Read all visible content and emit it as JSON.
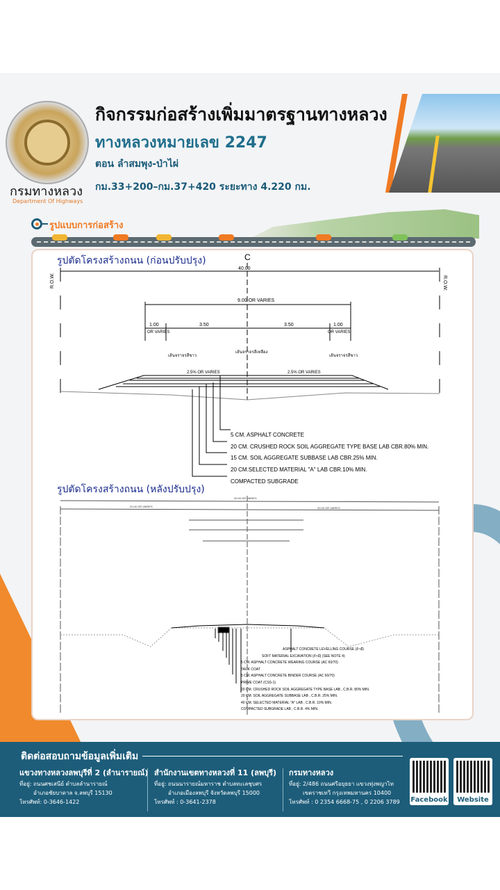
{
  "header": {
    "org_name_th": "กรมทางหลวง",
    "org_name_en": "Department Of Highways",
    "title": "กิจกรรมก่อสร้างเพิ่มมาตรฐานทางหลวง",
    "highway": "ทางหลวงหมายเลข 2247",
    "section": "ตอน ลำสมพุง-ป่าไผ่",
    "km_range": "กม.33+200–กม.37+420 ระยะทาง 4.220 กม."
  },
  "section_title": "รูปแบบการก่อสร้าง",
  "before": {
    "caption": "รูปตัดโครงสร้างถนน (ก่อนปรับปรุง)",
    "cl": "C",
    "row": "R.O.W.",
    "total": "40.00",
    "width": "9.00  OR VARIES",
    "shoulder": "1.00",
    "or_varies": "OR VARIES",
    "lane": "3.50",
    "slope": "2.5% OR VARIES",
    "white_line": "เส้นจราจรสีขาว",
    "yellow_line": "เส้นจราจรสีเหลือง",
    "layers": [
      "5 CM. ASPHALT CONCRETE",
      "20 CM. CRUSHED ROCK SOIL AGGREGATE TYPE BASE LAB CBR.80% MIN.",
      "15 CM. SOIL AGGREGATE SUBBASE LAB CBR.25% MIN.",
      "20 CM.SELECTED MATERIAL \"A\" LAB CBR.10% MIN.",
      "COMPACTED SUBGRADE"
    ]
  },
  "after": {
    "caption": "รูปตัดโครงสร้างถนน (หลังปรับปรุง)",
    "total": "40.00 OR VARIES",
    "half": "20.00 OR VARIES",
    "layers": [
      "ASPHALT CONCRETE LEVELLING COURSE (ถ้ามี)",
      "SOFT MATERIAL EXCAVATION (ถ้ามี) (SEE NOTE 4)",
      "5 CM. ASPHALT CONCRETE WEARING COURSE (AC 60/70)",
      "TACK COAT",
      "5 CM. ASPHALT CONCRETE BINDER COURSE (AC 60/70)",
      "PRIME COAT (CSS-1)",
      "20 CM. CRUSHED ROCK SOIL AGGREGATE TYPE BASE LAB , C.B.R. 80% MIN.",
      "20 CM. SOIL AGGREGATE SUBBASE LAB , C.B.R. 25% MIN.",
      "40 CM. SELECTED MATERIAL \"A\" LAB , C.B.R. 10% MIN.",
      "COMPACTED SUBGRADE LAB , C.B.R. 4% MIN."
    ]
  },
  "footer": {
    "title": "ติดต่อสอบถามข้อมูลเพิ่มเติม",
    "contacts": [
      {
        "name": "แขวงทางหลวงลพบุรีที่ 2 (ลำนารายณ์)",
        "addr1": "ที่อยู่: ถนนศชเสนีย์ ตำบลลำนารายณ์",
        "addr2": "อำเภอชัยบาดาล จ.ลพบุรี 15130",
        "phone": "โทรศัพท์: 0-3646-1422"
      },
      {
        "name": "สำนักงานเขตทางหลวงที่ 11 (ลพบุรี)",
        "addr1": "ที่อยู่: ถนนนารายณ์มหาราช ตำบลทะเลชุบศร",
        "addr2": "อำเภอเมืองลพบุรี จังหวัดลพบุรี 15000",
        "phone": "โทรศัพท์ : 0-3641-2378"
      },
      {
        "name": "กรมทางหลวง",
        "addr1": "ที่อยู่: 2/486 ถนนศรีอยุธยา แขวงทุ่งพญาไท",
        "addr2": "เขตราชเทวี กรุงเทพมหานคร 10400",
        "phone": "โทรศัพท์ : 0 2354 6668-75 , 0 2206 3789"
      }
    ],
    "qr": [
      "Facebook",
      "Website"
    ]
  }
}
